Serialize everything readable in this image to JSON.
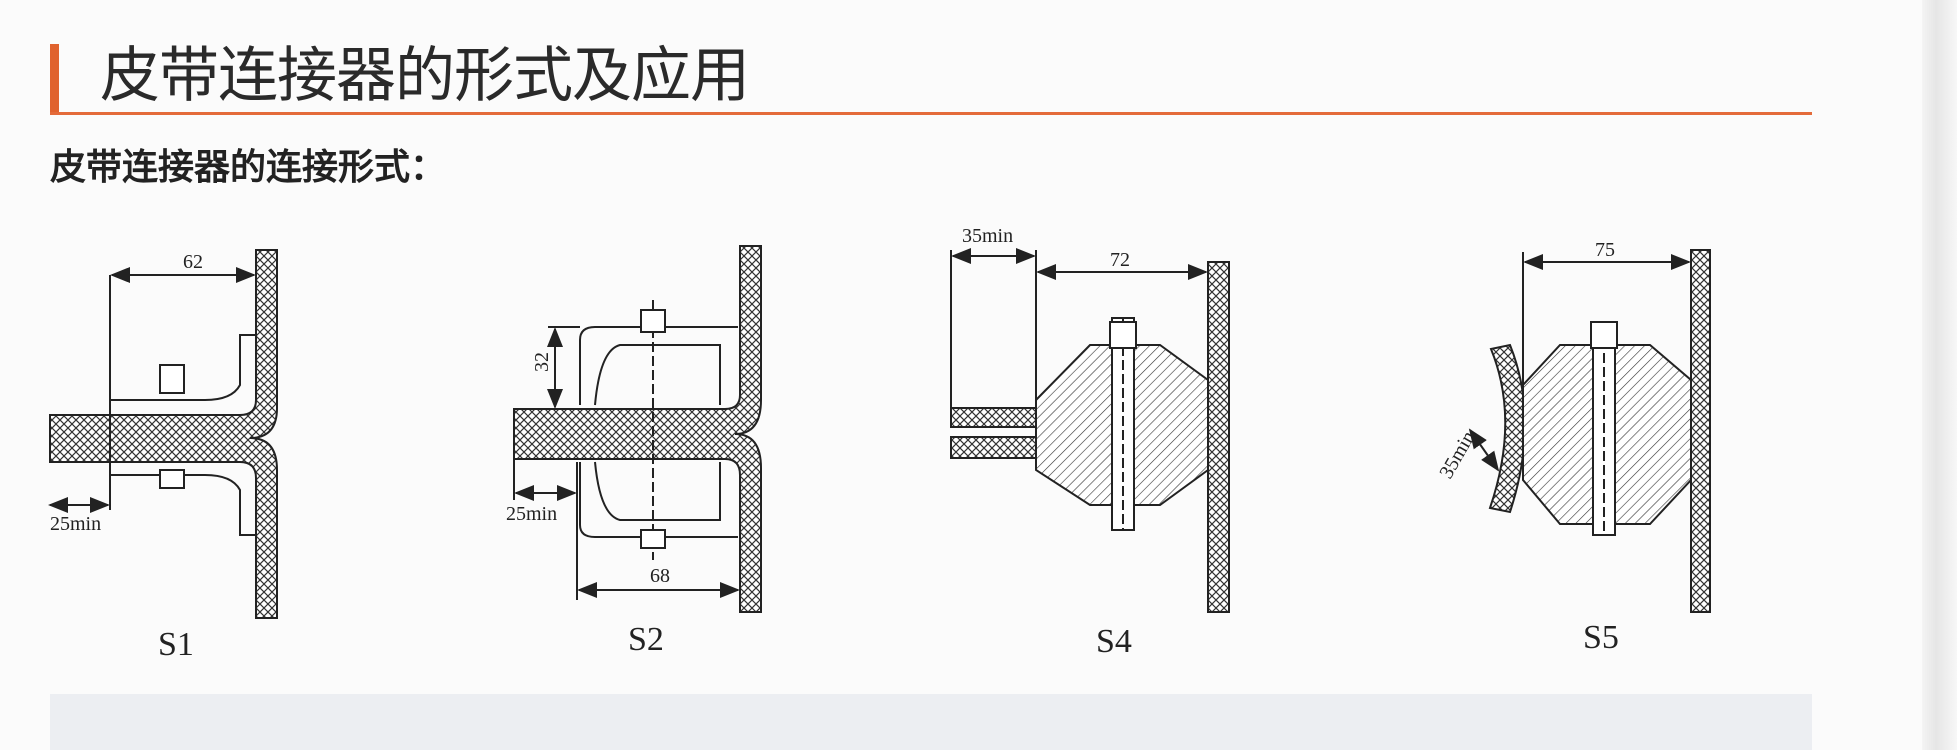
{
  "header": {
    "title": "皮带连接器的形式及应用",
    "accent_color": "#e0622e"
  },
  "section": {
    "subtitle": "皮带连接器的连接形式："
  },
  "diagrams": [
    {
      "label": "S1",
      "dims": {
        "width": "62",
        "min": "25min"
      }
    },
    {
      "label": "S2",
      "dims": {
        "height": "32",
        "width": "68",
        "min": "25min"
      }
    },
    {
      "label": "S4",
      "dims": {
        "min": "35min",
        "width": "72"
      }
    },
    {
      "label": "S5",
      "dims": {
        "width": "75",
        "min": "35min"
      }
    }
  ]
}
